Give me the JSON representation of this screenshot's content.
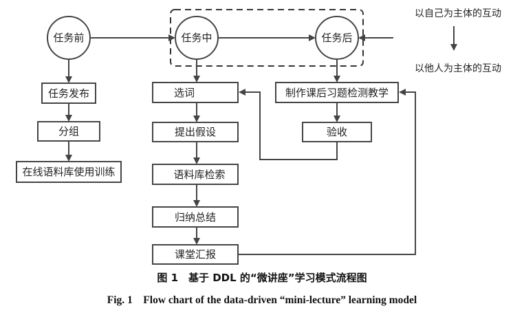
{
  "nodes": {
    "before": "任务前",
    "during": "任务中",
    "after": "任务后",
    "task_release": "任务发布",
    "grouping": "分组",
    "online_corpus": "在线语料库使用训练",
    "choose_words": "选词",
    "hypothesis": "提出假设",
    "corpus_search": "语料库检索",
    "summarize": "归纳总结",
    "class_report": "课堂汇报",
    "make_tutorial": "制作课后习题检测教学",
    "acceptance": "验收"
  },
  "legend": {
    "self_interaction": "以自己为主体的互动",
    "other_interaction": "以他人为主体的互动"
  },
  "caption": {
    "cn": "图 1　基于 DDL 的“微讲座”学习模式流程图",
    "en": "Fig. 1　Flow chart of the data-driven “mini-lecture” learning model"
  }
}
